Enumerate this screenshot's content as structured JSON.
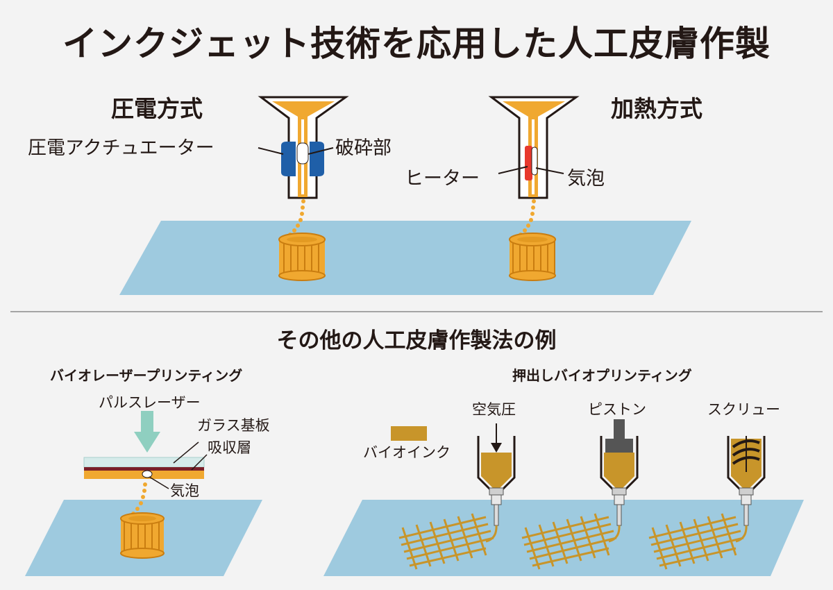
{
  "title": "インクジェット技術を応用した人工皮膚作製",
  "piezo": {
    "heading": "圧電方式",
    "actuator_label": "圧電アクチュエーター",
    "crush_label": "破砕部"
  },
  "thermal": {
    "heading": "加熱方式",
    "heater_label": "ヒーター",
    "bubble_label": "気泡"
  },
  "other_methods": {
    "heading": "その他の人工皮膚作製法の例",
    "laser": {
      "heading": "バイオレーザープリンティング",
      "pulse_laser_label": "パルスレーザー",
      "glass_label": "ガラス基板",
      "absorb_label": "吸収層",
      "bubble_label": "気泡"
    },
    "extrusion": {
      "heading": "押出しバイオプリンティング",
      "bioink_label": "バイオインク",
      "air_label": "空気圧",
      "piston_label": "ピストン",
      "screw_label": "スクリュー"
    }
  },
  "colors": {
    "ink": "#f0a830",
    "bioink": "#c8952a",
    "substrate": "#9ecadf",
    "piezo": "#1f5fa8",
    "heater": "#e8382c",
    "laser_arrow": "#8fcfc0"
  }
}
